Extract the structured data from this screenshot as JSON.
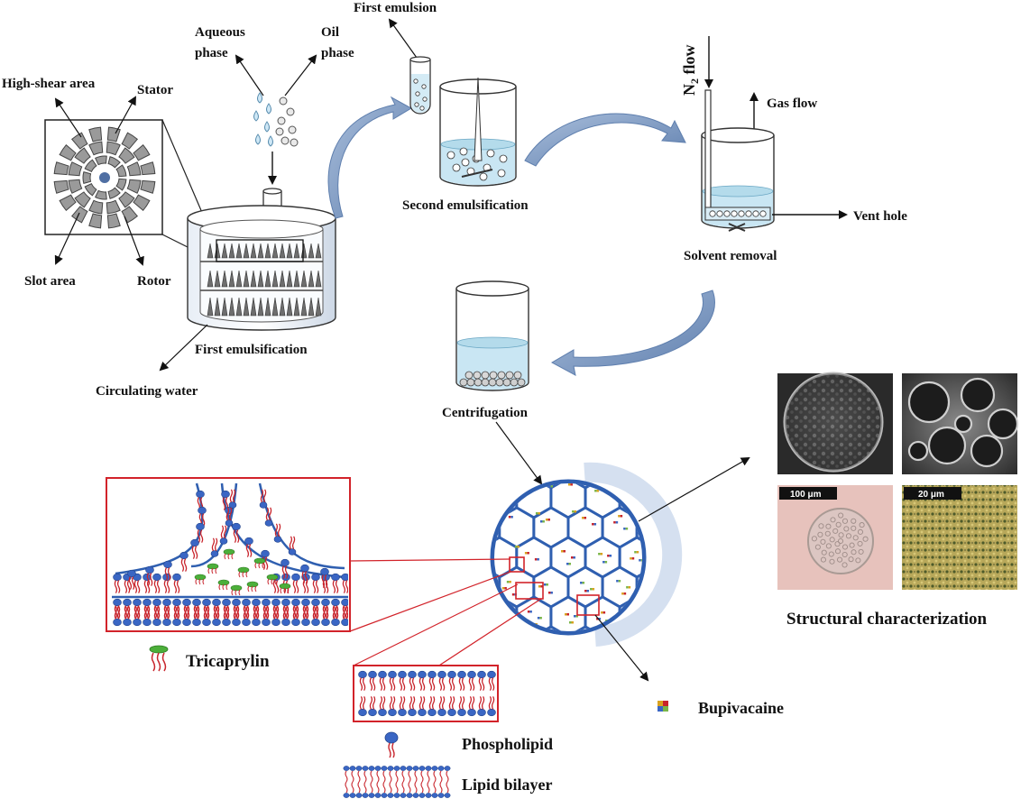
{
  "labels": {
    "high_shear_area": "High-shear area",
    "stator": "Stator",
    "slot_area": "Slot area",
    "rotor": "Rotor",
    "aqueous_phase_1": "Aqueous",
    "aqueous_phase_2": "phase",
    "oil_phase_1": "Oil",
    "oil_phase_2": "phase",
    "first_emulsion": "First emulsion",
    "first_emulsification": "First emulsification",
    "circulating_water": "Circulating water",
    "second_emulsification": "Second emulsification",
    "n2_flow_main": "N",
    "n2_flow_sub": "2",
    "n2_flow_rest": " flow",
    "gas_flow": "Gas flow",
    "vent_hole": "Vent hole",
    "solvent_removal": "Solvent removal",
    "centrifugation": "Centrifugation",
    "structural_characterization": "Structural characterization",
    "scale_100": "100 μm",
    "scale_20": "20 μm",
    "tricaprylin": "Tricaprylin",
    "bupivacaine": "Bupivacaine",
    "phospholipid": "Phospholipid",
    "lipid_bilayer": "Lipid bilayer"
  },
  "colors": {
    "membrane": "#2f5fb0",
    "lipid_head": "#3a66c4",
    "lipid_tail": "#c8242c",
    "tricaprylin_head": "#4caf3a",
    "liquid": "#c9e6f3",
    "frame_red": "#d2232a",
    "flow_arrow": "#6f8fb9"
  }
}
